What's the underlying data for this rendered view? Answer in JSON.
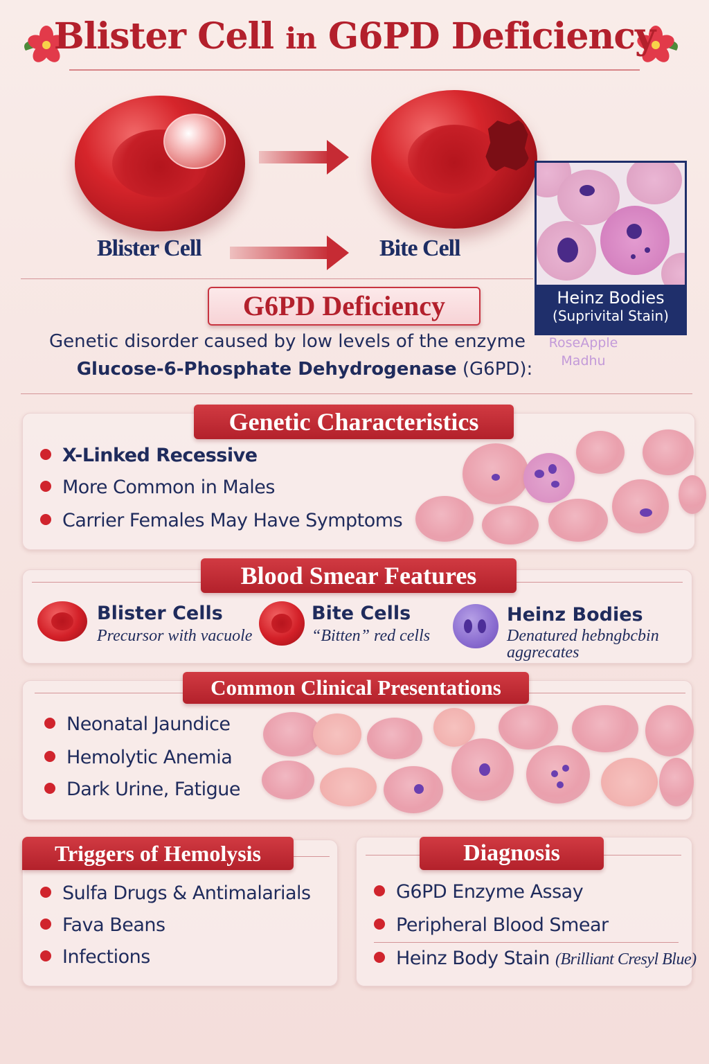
{
  "title": {
    "part1": "Blister Cell",
    "part2": "in",
    "part3": "G6PD Deficiency"
  },
  "hero": {
    "blister_label": "Blister Cell",
    "bite_label": "Bite Cell",
    "heinz_title": "Heinz Bodies",
    "heinz_subtitle": "(Suprivital Stain)",
    "watermark_line1": "RoseApple",
    "watermark_line2": "Madhu"
  },
  "g6pd": {
    "heading": "G6PD Deficiency",
    "desc_line1": "Genetic disorder caused by low levels of the enzyme",
    "desc_bold": "Glucose-6-Phosphate Dehydrogenase",
    "desc_tail": "(G6PD):"
  },
  "genetic": {
    "heading": "Genetic Characteristics",
    "items": [
      "X-Linked Recessive",
      "More Common in Males",
      "Carrier Females May Have Symptoms"
    ]
  },
  "smear": {
    "heading": "Blood Smear Features",
    "features": [
      {
        "title": "Blister Cells",
        "sub": "Precursor with vacuole"
      },
      {
        "title": "Bite Cells",
        "sub": "“Bitten” red cells"
      },
      {
        "title": "Heinz Bodies",
        "sub1": "Denatured hebngbcbin",
        "sub2": "aggrecates"
      }
    ]
  },
  "clinical": {
    "heading": "Common Clinical Presentations",
    "items": [
      "Neonatal Jaundice",
      "Hemolytic Anemia",
      "Dark Urine, Fatigue"
    ]
  },
  "triggers": {
    "heading": "Triggers of Hemolysis",
    "items": [
      "Sulfa Drugs & Antimalarials",
      "Fava Beans",
      "Infections"
    ]
  },
  "diagnosis": {
    "heading": "Diagnosis",
    "items": [
      "G6PD Enzyme Assay",
      "Peripheral Blood Smear",
      "Heinz Body Stain"
    ],
    "stain_note": "(Brilliant Cresyl Blue)"
  },
  "colors": {
    "accent": "#b3202c",
    "navy": "#1f2b5c",
    "bullet": "#d0242d"
  }
}
